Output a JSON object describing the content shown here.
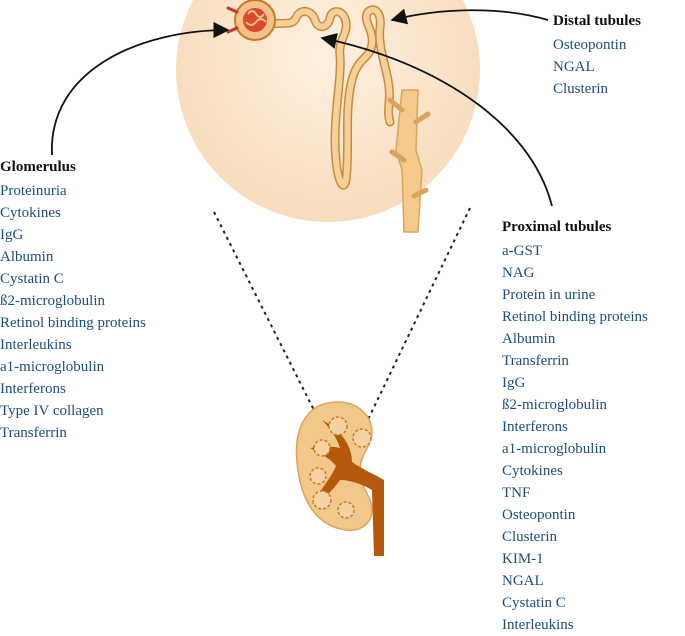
{
  "colors": {
    "background": "#ffffff",
    "circle_fill": "#fbe6cf",
    "tubule_fill": "#f5c98a",
    "tubule_stroke": "#c98a3c",
    "kidney_outer": "#f2c88a",
    "kidney_inner": "#b5580b",
    "heading_text": "#111111",
    "marker_text": "#1f4e79",
    "arrow": "#111111"
  },
  "groups": {
    "glomerulus": {
      "title": "Glomerulus",
      "items": [
        "Proteinuria",
        "Cytokines",
        "IgG",
        "Albumin",
        "Cystatin C",
        "ß2-microglobulin",
        "Retinol binding proteins",
        "Interleukins",
        "a1-microglobulin",
        "Interferons",
        "Type IV collagen",
        "Transferrin"
      ]
    },
    "distal": {
      "title": "Distal tubules",
      "items": [
        "Osteopontin",
        "NGAL",
        "Clusterin"
      ]
    },
    "proximal": {
      "title": "Proximal tubules",
      "items": [
        "a-GST",
        "NAG",
        "Protein in urine",
        "Retinol binding proteins",
        "Albumin",
        "Transferrin",
        "IgG",
        "ß2-microglobulin",
        "Interferons",
        "a1-microglobulin",
        "Cytokines",
        "TNF",
        "Osteopontin",
        "Clusterin",
        "KIM-1",
        "NGAL",
        "Cystatin C",
        "Interleukins"
      ]
    }
  }
}
